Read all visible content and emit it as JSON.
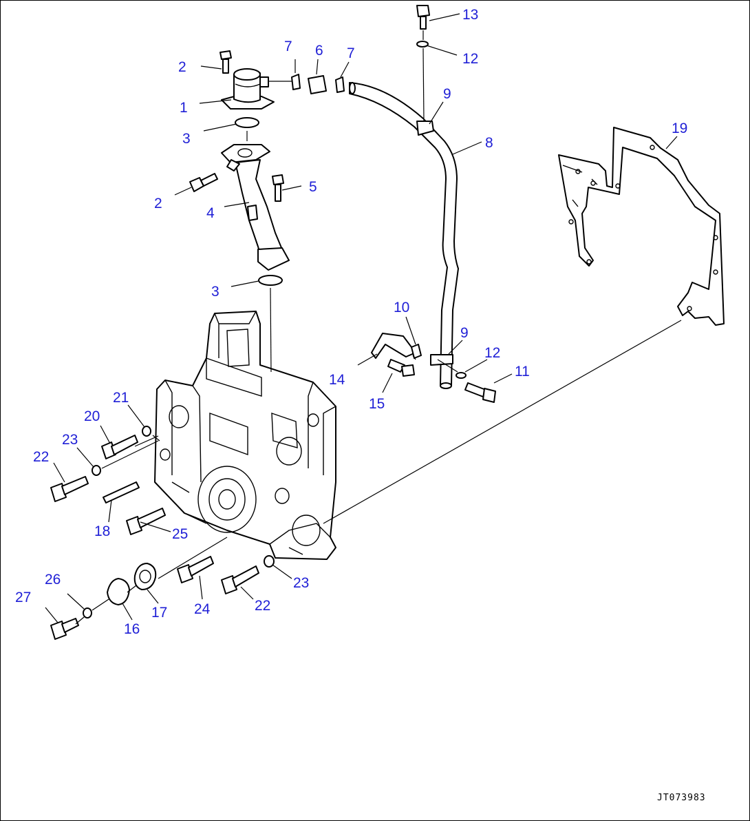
{
  "diagram": {
    "reference_code": "JT073983",
    "callouts": [
      {
        "id": "c2a",
        "label": "2"
      },
      {
        "id": "c1",
        "label": "1"
      },
      {
        "id": "c3a",
        "label": "3"
      },
      {
        "id": "c2b",
        "label": "2"
      },
      {
        "id": "c4",
        "label": "4"
      },
      {
        "id": "c5",
        "label": "5"
      },
      {
        "id": "c3b",
        "label": "3"
      },
      {
        "id": "c7a",
        "label": "7"
      },
      {
        "id": "c6",
        "label": "6"
      },
      {
        "id": "c7b",
        "label": "7"
      },
      {
        "id": "c13",
        "label": "13"
      },
      {
        "id": "c12a",
        "label": "12"
      },
      {
        "id": "c9a",
        "label": "9"
      },
      {
        "id": "c8",
        "label": "8"
      },
      {
        "id": "c19",
        "label": "19"
      },
      {
        "id": "c10",
        "label": "10"
      },
      {
        "id": "c9b",
        "label": "9"
      },
      {
        "id": "c12b",
        "label": "12"
      },
      {
        "id": "c11",
        "label": "11"
      },
      {
        "id": "c14",
        "label": "14"
      },
      {
        "id": "c15",
        "label": "15"
      },
      {
        "id": "c21",
        "label": "21"
      },
      {
        "id": "c20",
        "label": "20"
      },
      {
        "id": "c23a",
        "label": "23"
      },
      {
        "id": "c22a",
        "label": "22"
      },
      {
        "id": "c18",
        "label": "18"
      },
      {
        "id": "c25",
        "label": "25"
      },
      {
        "id": "c23b",
        "label": "23"
      },
      {
        "id": "c22b",
        "label": "22"
      },
      {
        "id": "c24",
        "label": "24"
      },
      {
        "id": "c17",
        "label": "17"
      },
      {
        "id": "c16",
        "label": "16"
      },
      {
        "id": "c26",
        "label": "26"
      },
      {
        "id": "c27",
        "label": "27"
      }
    ]
  }
}
